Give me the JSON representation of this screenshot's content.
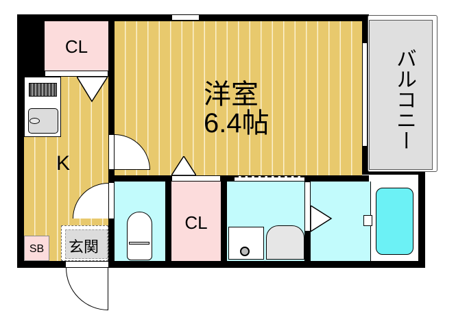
{
  "floorplan": {
    "rooms": {
      "western_room": {
        "name": "洋室",
        "size": "6.4帖"
      },
      "kitchen": {
        "label": "K"
      },
      "closet_top": {
        "label": "CL"
      },
      "closet_mid": {
        "label": "CL"
      },
      "balcony": {
        "label": "バルコニー"
      },
      "entrance": {
        "label": "玄関"
      },
      "shoe_box": {
        "label": "SB"
      }
    },
    "colors": {
      "wall": "#000000",
      "flooring": "#e8c96d",
      "flooring_stripe": "#fbf1cf",
      "closet": "#fcdcdc",
      "wet_area": "#c2fbfc",
      "balcony": "#dfdfdf"
    }
  }
}
